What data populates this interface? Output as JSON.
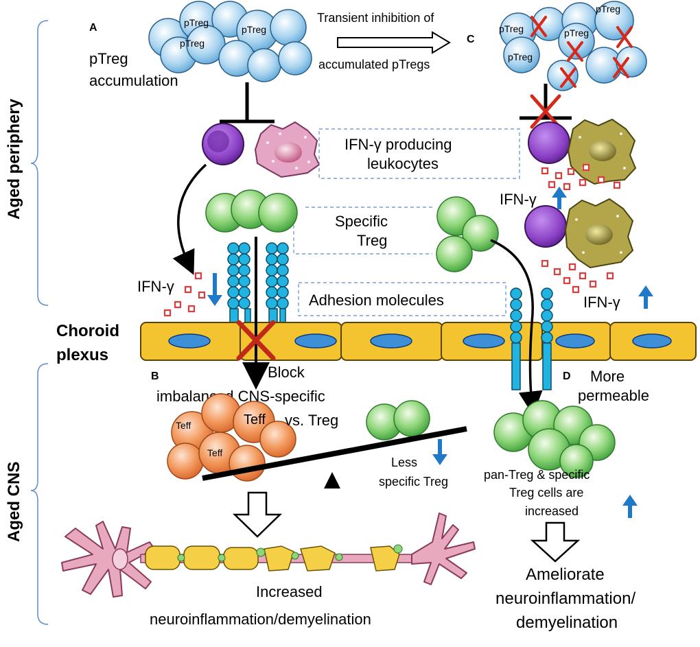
{
  "panels": {
    "a": "A",
    "b": "B",
    "c": "C",
    "d": "D"
  },
  "side_labels": {
    "periphery": "Aged periphery",
    "cns": "Aged CNS"
  },
  "choroid": {
    "line1": "Choroid",
    "line2": "plexus"
  },
  "cells": {
    "ptreg": "pTreg",
    "teff": "Teff"
  },
  "text": {
    "ptreg_accum_1": "pTreg",
    "ptreg_accum_2": "accumulation",
    "transient_1": "Transient inhibition of",
    "transient_2": "accumulated pTregs",
    "ifn_leuko_1": "IFN-γ producing",
    "ifn_leuko_2": "leukocytes",
    "specific_1": "Specific",
    "specific_2": "Treg",
    "adhesion": "Adhesion molecules",
    "ifn": "IFN-γ",
    "block": "Block",
    "imbalanced_1": "imbalanced CNS-specific",
    "vs_treg": "vs. Treg",
    "less_1": "Less",
    "less_2": "specific Treg",
    "more_1": "More",
    "more_2": "permeable",
    "pan_1": "pan-Treg & specific",
    "pan_2": "Treg cells are",
    "pan_3": "increased",
    "increased_1": "Increased",
    "increased_2": "neuroinflammation/demyelination",
    "ameliorate_1": "Ameliorate",
    "ameliorate_2": "neuroinflammation/",
    "ameliorate_3": "demyelination"
  },
  "colors": {
    "ptreg_blue": "#a9d4ef",
    "treg_green": "#8fd67a",
    "teff_orange": "#f39a5e",
    "purple_cell": "#8a3fc4",
    "pink_cell": "#e5a6c6",
    "olive_cell": "#b3a64a",
    "choroid_yellow": "#f4c430",
    "adhesion_cyan": "#22b4e0",
    "arrow_blue": "#1f78c8",
    "cross_red": "#d6281b",
    "neuron_pink": "#e8a8bd",
    "myelin_yellow": "#f5cf45"
  }
}
